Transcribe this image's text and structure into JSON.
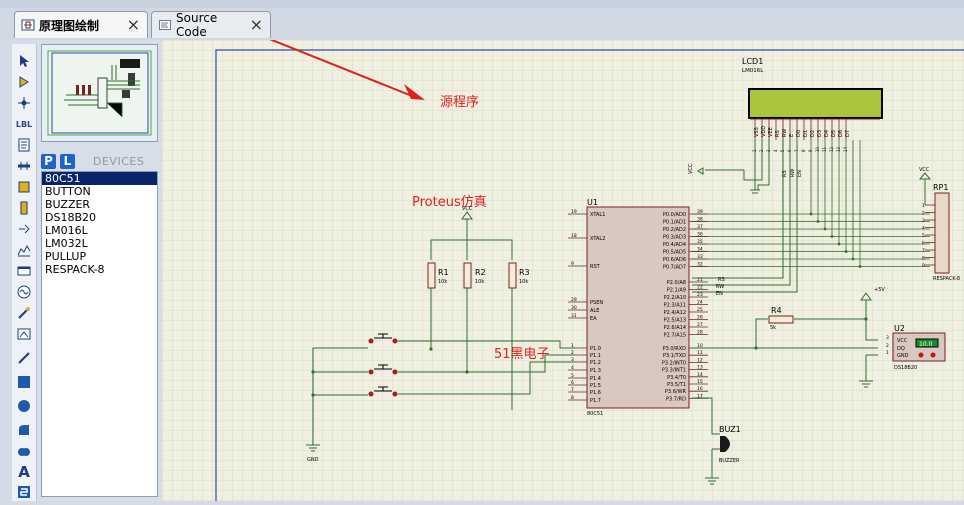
{
  "tabs": [
    {
      "label": "原理图绘制",
      "close": "×"
    },
    {
      "label": "Source Code",
      "close": "×"
    }
  ],
  "toolbar": {
    "items": [
      "select-arrow",
      "component",
      "junction",
      "LBL",
      "text-script",
      "bus",
      "subcircuit",
      "terminal",
      "device-pin",
      "graph",
      "tape",
      "generator",
      "probe-voltage",
      "probe-current",
      "virtual-instrument",
      "line",
      "box",
      "circle",
      "arc",
      "path",
      "A",
      "symbol"
    ],
    "lbl_text": "LBL"
  },
  "devices": {
    "p_label": "P",
    "l_label": "L",
    "title": "DEVICES",
    "items": [
      "80C51",
      "BUTTON",
      "BUZZER",
      "DS18B20",
      "LM016L",
      "LM032L",
      "PULLUP",
      "RESPACK-8"
    ],
    "selected_index": 0
  },
  "annotations": {
    "source": "源程序",
    "proteus": "Proteus仿真",
    "brand": "51黑电子"
  },
  "schematic": {
    "lcd": {
      "ref": "LCD1",
      "model": "LM016L",
      "pins": [
        "VSS",
        "VDD",
        "VEE",
        "RS",
        "RW",
        "E",
        "D0",
        "D1",
        "D2",
        "D3",
        "D4",
        "D5",
        "D6",
        "D7"
      ],
      "pin_numbers": [
        "1",
        "2",
        "3",
        "4",
        "5",
        "6",
        "7",
        "8",
        "9",
        "10",
        "11",
        "12",
        "13",
        "14"
      ],
      "lcd_color": "#a9c53c"
    },
    "mcu": {
      "ref": "U1",
      "model": "80C51",
      "left_pins": [
        [
          "19",
          "XTAL1"
        ],
        [
          "18",
          "XTAL2"
        ],
        [
          "9",
          "RST"
        ],
        [
          "29",
          "PSEN"
        ],
        [
          "30",
          "ALE"
        ],
        [
          "31",
          "EA"
        ],
        [
          "1",
          "P1.0"
        ],
        [
          "2",
          "P1.1"
        ],
        [
          "3",
          "P1.2"
        ],
        [
          "4",
          "P1.3"
        ],
        [
          "5",
          "P1.4"
        ],
        [
          "6",
          "P1.5"
        ],
        [
          "7",
          "P1.6"
        ],
        [
          "8",
          "P1.7"
        ]
      ],
      "right_p0": [
        [
          "39",
          "P0.0/AD0"
        ],
        [
          "38",
          "P0.1/AD1"
        ],
        [
          "37",
          "P0.2/AD2"
        ],
        [
          "36",
          "P0.3/AD3"
        ],
        [
          "35",
          "P0.4/AD4"
        ],
        [
          "34",
          "P0.5/AD5"
        ],
        [
          "33",
          "P0.6/AD6"
        ],
        [
          "32",
          "P0.7/AD7"
        ]
      ],
      "right_p2": [
        [
          "21",
          "P2.0/A8"
        ],
        [
          "22",
          "P2.1/A9"
        ],
        [
          "23",
          "P2.2/A10"
        ],
        [
          "24",
          "P2.3/A11"
        ],
        [
          "25",
          "P2.4/A12"
        ],
        [
          "26",
          "P2.5/A13"
        ],
        [
          "27",
          "P2.6/A14"
        ],
        [
          "28",
          "P2.7/A15"
        ]
      ],
      "right_p3": [
        [
          "10",
          "P3.0/RXD"
        ],
        [
          "11",
          "P3.1/TXD"
        ],
        [
          "12",
          "P3.2/INT0"
        ],
        [
          "13",
          "P3.3/INT1"
        ],
        [
          "14",
          "P3.4/T0"
        ],
        [
          "15",
          "P3.5/T1"
        ],
        [
          "16",
          "P3.6/WR"
        ],
        [
          "17",
          "P3.7/RD"
        ]
      ]
    },
    "resistors": [
      {
        "ref": "R1",
        "value": "10k"
      },
      {
        "ref": "R2",
        "value": "10k"
      },
      {
        "ref": "R3",
        "value": "10k"
      },
      {
        "ref": "R4",
        "value": "5k"
      }
    ],
    "rp1": {
      "ref": "RP1",
      "model": "RESPACK-8",
      "pins": [
        "1",
        "2",
        "3",
        "4",
        "5",
        "6",
        "7",
        "8",
        "9"
      ]
    },
    "u2": {
      "ref": "U2",
      "model": "DS18B20",
      "pins": [
        [
          "3",
          "VCC"
        ],
        [
          "2",
          "DQ"
        ],
        [
          "1",
          "GND"
        ]
      ],
      "display": "10.0"
    },
    "buzzer": {
      "ref": "BUZ1",
      "model": "BUZZER"
    },
    "net_labels": {
      "vcc": "VCC",
      "gnd": "GND",
      "v5": "+5V",
      "rs": "RS",
      "rw": "RW",
      "en": "EN",
      "vss_pin": "VSS"
    }
  },
  "colors": {
    "wire": "#2f6e2f",
    "annotation": "#e02020",
    "component": "#7a1f1f",
    "grid_bg": "#f0f0e1",
    "grid_line": "#c9c9b4",
    "border": "#2848a8",
    "selection": "#0a246a"
  }
}
